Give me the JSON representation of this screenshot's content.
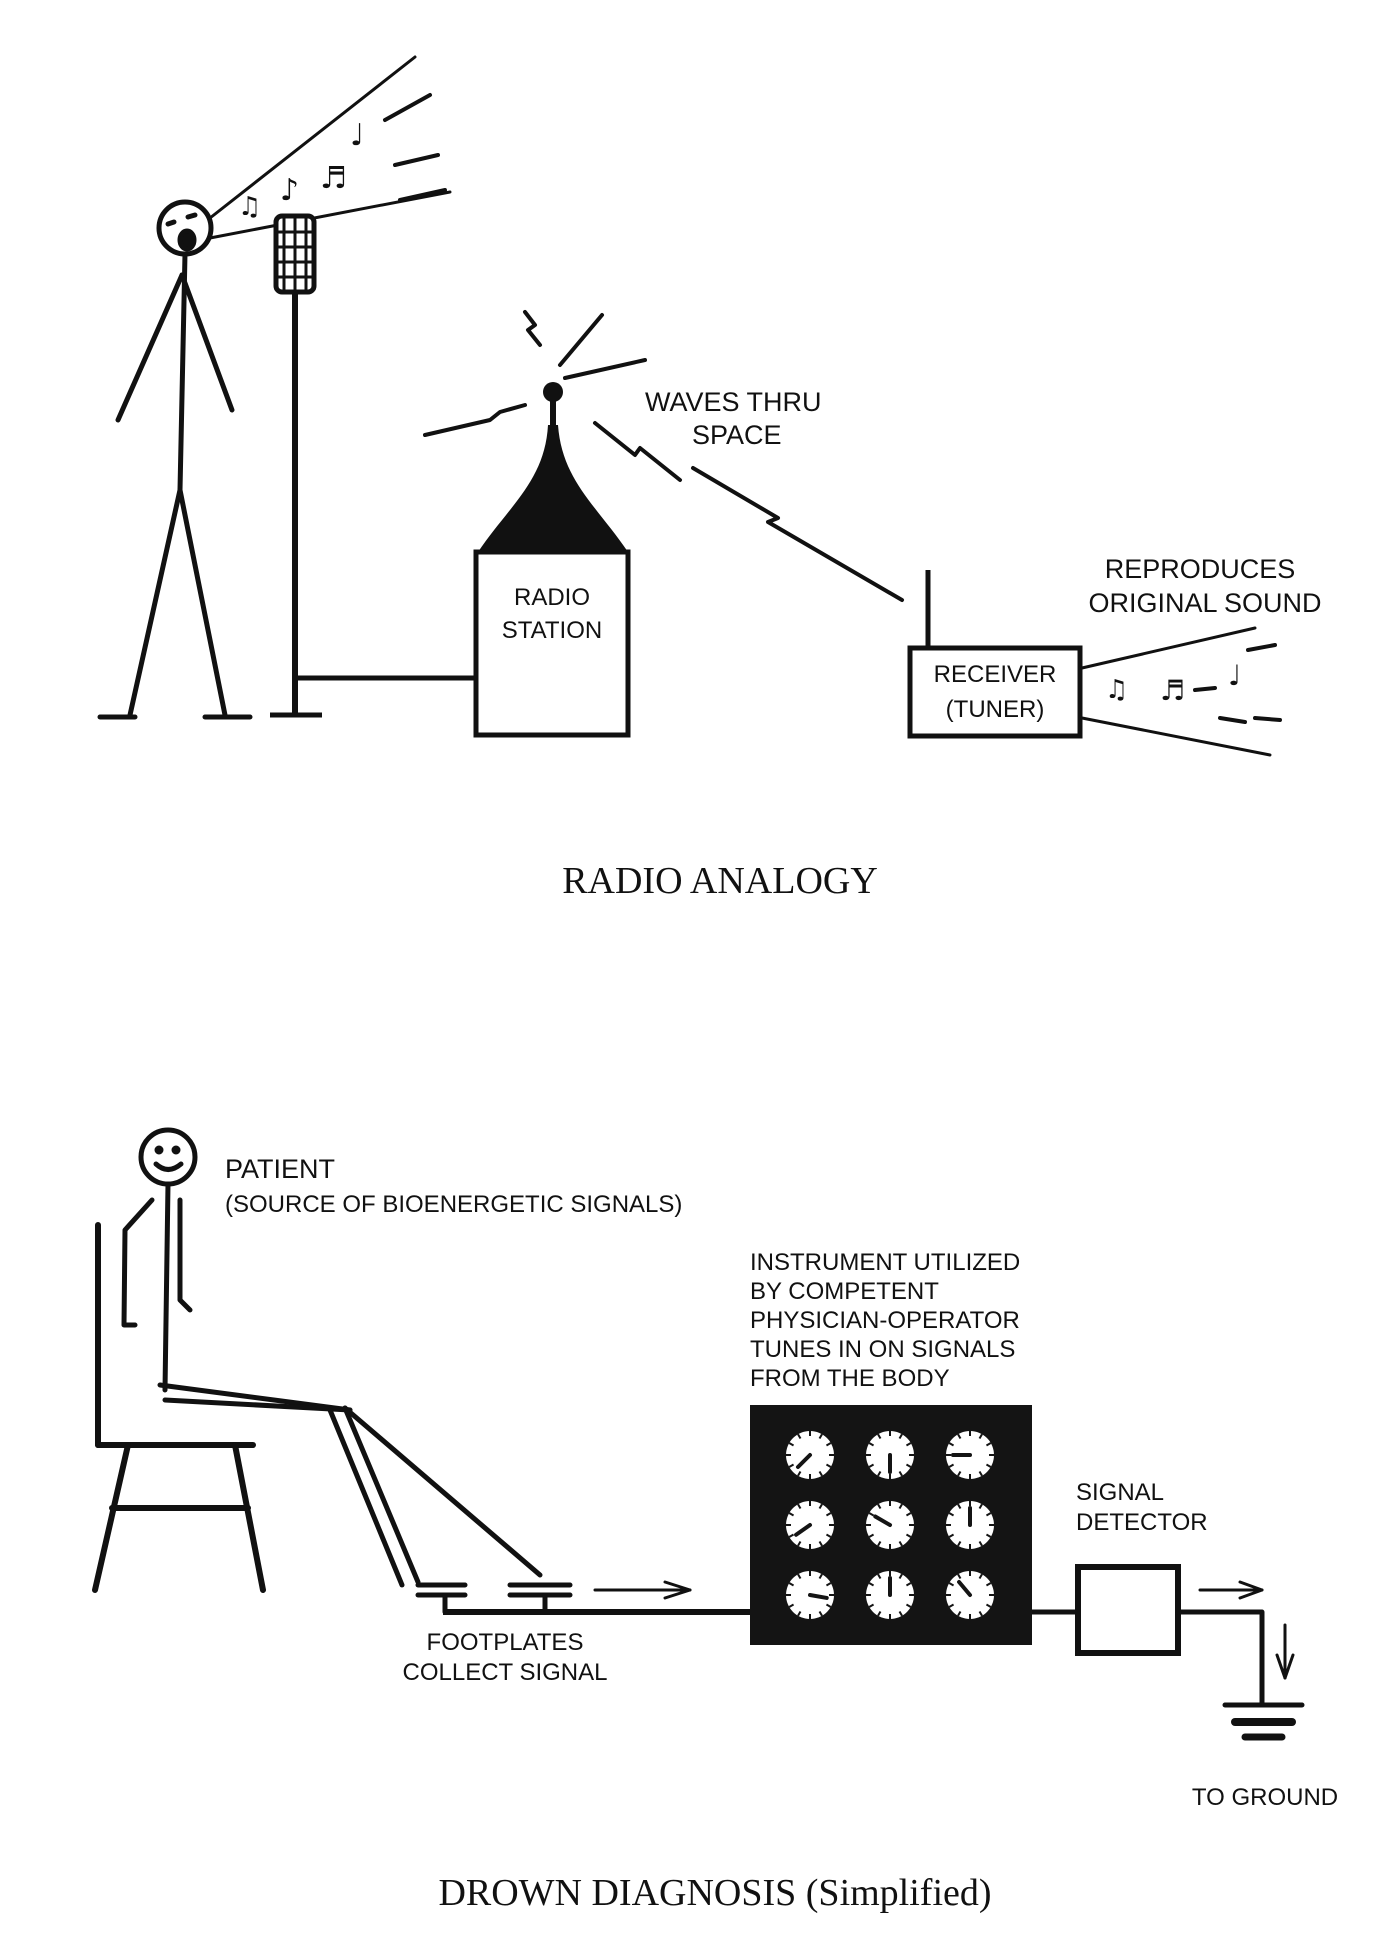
{
  "radio_analogy": {
    "title": "RADIO ANALOGY",
    "waves_label": [
      "WAVES THRU",
      "SPACE"
    ],
    "station_label": [
      "RADIO",
      "STATION"
    ],
    "receiver_label": [
      "RECEIVER",
      "(TUNER)"
    ],
    "reproduces_label": [
      "REPRODUCES",
      "ORIGINAL SOUND"
    ]
  },
  "drown_diagnosis": {
    "title": "DROWN DIAGNOSIS (Simplified)",
    "patient_label": "PATIENT",
    "patient_sublabel": "(SOURCE OF BIOENERGETIC SIGNALS)",
    "instrument_label": [
      "INSTRUMENT UTILIZED",
      "BY COMPETENT",
      "PHYSICIAN-OPERATOR",
      "TUNES IN ON SIGNALS",
      "FROM THE BODY"
    ],
    "detector_label": [
      "SIGNAL",
      "DETECTOR"
    ],
    "footplates_label": [
      "FOOTPLATES",
      "COLLECT SIGNAL"
    ],
    "ground_label": "TO GROUND"
  },
  "colors": {
    "ink": "#111111",
    "panel": "#141414",
    "paper": "#ffffff"
  }
}
